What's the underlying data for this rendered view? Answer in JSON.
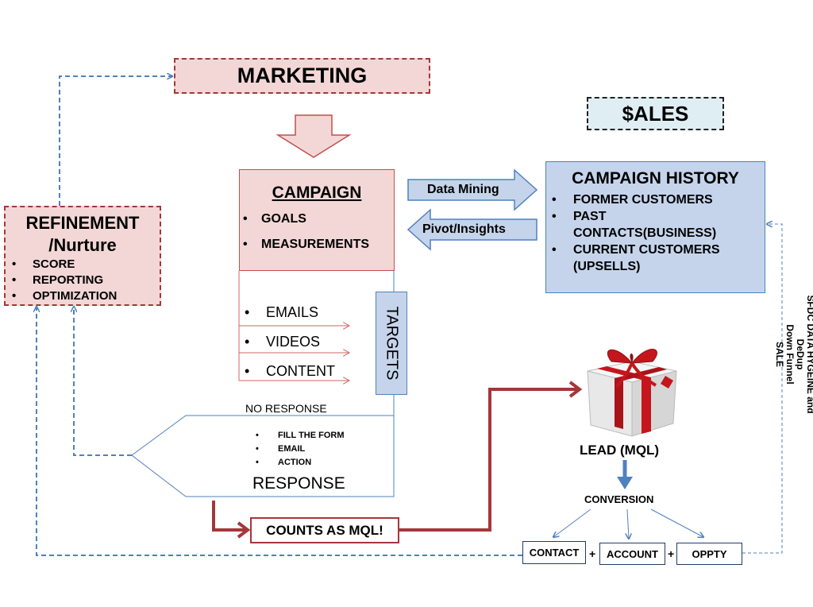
{
  "marketing": {
    "title": "MARKETING"
  },
  "sales": {
    "title": "$ALES"
  },
  "campaign": {
    "title": "CAMPAIGN",
    "items": [
      "GOALS",
      "MEASUREMENTS"
    ]
  },
  "campaign_history": {
    "title": "CAMPAIGN HISTORY",
    "items": [
      "FORMER CUSTOMERS",
      "PAST CONTACTS(BUSINESS)",
      "CURRENT CUSTOMERS (UPSELLS)"
    ]
  },
  "refinement": {
    "title_line1": "REFINEMENT",
    "title_line2": "/Nurture",
    "items": [
      "SCORE",
      "REPORTING",
      "OPTIMIZATION"
    ]
  },
  "arrows": {
    "data_mining": "Data Mining",
    "pivot_insights": "Pivot/Insights"
  },
  "channels": {
    "items": [
      "EMAILS",
      "VIDEOS",
      "CONTENT"
    ]
  },
  "targets": {
    "label": "TARGETS"
  },
  "responses": {
    "no_response": "NO RESPONSE",
    "items": [
      "FILL THE FORM",
      "EMAIL",
      "ACTION"
    ],
    "response": "RESPONSE"
  },
  "mql": {
    "label": "COUNTS AS MQL!"
  },
  "lead": {
    "label": "LEAD (MQL)"
  },
  "conversion": {
    "label": "CONVERSION"
  },
  "outcomes": {
    "contact": "CONTACT",
    "account": "ACCOUNT",
    "oppty": "OPPTY",
    "plus": "+"
  },
  "side_label": {
    "lines": [
      "SFDC DATA HYGEINE and",
      "DeDup",
      "Down Funnel",
      "SALE"
    ]
  },
  "colors": {
    "dark_red": "#a3373b",
    "pink_fill": "#f2d7d6",
    "blue_fill": "#c5d4eb",
    "blue_line": "#4f81bd",
    "light_blue_fill": "#dfeef3",
    "navy": "#1f3c66"
  }
}
